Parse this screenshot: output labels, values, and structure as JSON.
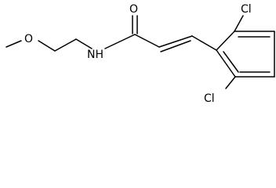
{
  "molecule": {
    "atoms": {
      "O_methoxy": "O",
      "N_amide": "NH",
      "O_carbonyl": "O",
      "Cl_top": "Cl",
      "Cl_bottom": "Cl"
    }
  }
}
